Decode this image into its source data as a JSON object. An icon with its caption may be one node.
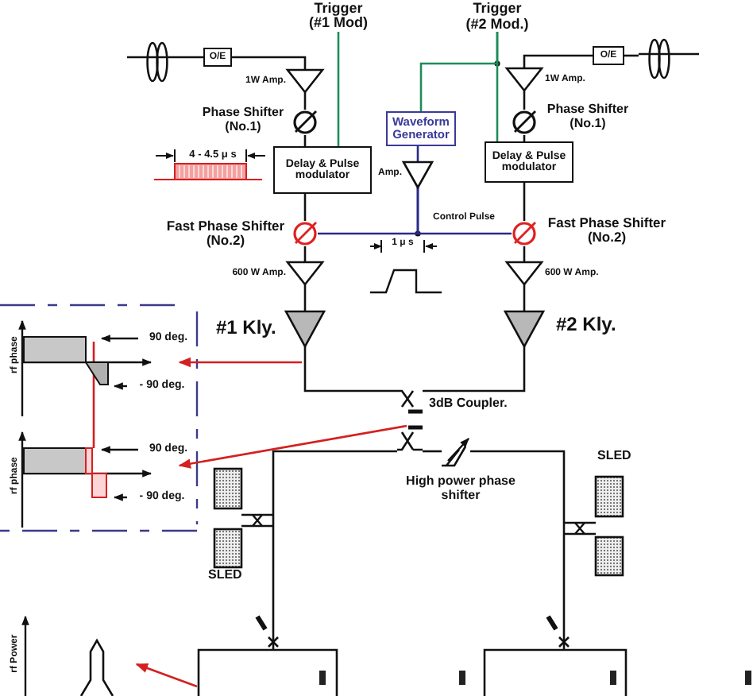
{
  "diagram": {
    "nodes": [
      {
        "text": [
          "Trigger (#1 Mod)"
        ]
      },
      {
        "text": [
          "Trigger (#2 Mod.)"
        ]
      },
      {
        "text": [],
        "shape": "coil"
      },
      {
        "text": [
          "O/E"
        ]
      },
      {
        "text": [],
        "shape": "triangle",
        "beside": [
          "1W Amp."
        ]
      },
      {
        "text": [],
        "shape": "circle",
        "beside": [
          "Phase Shifter (No.1)"
        ]
      },
      {
        "text": [
          "Delay & Pulse modulator"
        ]
      },
      {
        "text": [],
        "shape": "circle",
        "beside": [
          "Fast Phase Shifter (No.2)"
        ]
      },
      {
        "text": [],
        "shape": "triangle",
        "beside": [
          "600 W Amp."
        ]
      },
      {
        "text": [],
        "shape": "triangle",
        "beside": [
          "#1 Kly."
        ]
      },
      {
        "text": [],
        "shape": "coil"
      },
      {
        "text": [
          "O/E"
        ]
      },
      {
        "text": [],
        "shape": "triangle",
        "beside": [
          "1W Amp."
        ]
      },
      {
        "text": [],
        "shape": "circle",
        "beside": [
          "Phase Shifter (No.1)"
        ]
      },
      {
        "text": [
          "Delay & Pulse modulator"
        ]
      },
      {
        "text": [],
        "shape": "circle",
        "beside": [
          "Fast Phase Shifter (No.2)"
        ]
      },
      {
        "text": [],
        "shape": "triangle",
        "beside": [
          "600 W Amp."
        ]
      },
      {
        "text": [],
        "shape": "triangle",
        "beside": [
          "#2 Kly."
        ]
      },
      {
        "text": [
          "Waveform Generator"
        ]
      },
      {
        "text": [],
        "shape": "triangle",
        "beside": [
          "Amp."
        ]
      },
      {
        "text": [],
        "shape": "coupler",
        "beside": [
          "3dB Coupler."
        ]
      },
      {
        "text": [],
        "shape": "phase-shifter",
        "beside": [
          "High power phase shifter"
        ]
      },
      {
        "text": [],
        "shape": "box",
        "beside": [
          "SLED"
        ]
      },
      {
        "text": [],
        "shape": "box",
        "beside": [
          "SLED"
        ]
      },
      {
        "text": [],
        "shape": "chart",
        "beside": [
          "rf phase"
        ]
      },
      {
        "text": [],
        "shape": "chart",
        "beside": [
          "rf phase"
        ]
      },
      {
        "text": [],
        "shape": "chart",
        "beside": [
          "rf Power"
        ]
      },
      {
        "text": [],
        "shape": "waveguide"
      }
    ],
    "edges": [
      {
        "from": 0,
        "to": 6,
        "arrow": "none",
        "color": "#1e8c5a"
      },
      {
        "from": 1,
        "to": 14,
        "arrow": "none",
        "color": "#1e8c5a"
      },
      {
        "from": 1,
        "to": 18,
        "arrow": "none",
        "color": "#1e8c5a"
      },
      {
        "from": 2,
        "to": 3,
        "arrow": "none"
      },
      {
        "from": 3,
        "to": 4,
        "arrow": "none"
      },
      {
        "from": 4,
        "to": 5,
        "arrow": "none"
      },
      {
        "from": 5,
        "to": 6,
        "arrow": "none"
      },
      {
        "from": 6,
        "to": 7,
        "arrow": "none"
      },
      {
        "from": 7,
        "to": 8,
        "arrow": "none"
      },
      {
        "from": 8,
        "to": 9,
        "arrow": "none"
      },
      {
        "from": 10,
        "to": 11,
        "arrow": "none"
      },
      {
        "from": 11,
        "to": 12,
        "arrow": "none"
      },
      {
        "from": 12,
        "to": 13,
        "arrow": "none"
      },
      {
        "from": 13,
        "to": 14,
        "arrow": "none"
      },
      {
        "from": 14,
        "to": 15,
        "arrow": "none"
      },
      {
        "from": 15,
        "to": 16,
        "arrow": "none"
      },
      {
        "from": 16,
        "to": 17,
        "arrow": "none"
      },
      {
        "from": 18,
        "to": 19,
        "arrow": "none",
        "color": "#2a2a8a"
      },
      {
        "from": 19,
        "to": 7,
        "arrow": "none",
        "color": "#2a2a8a"
      },
      {
        "from": 19,
        "to": 15,
        "arrow": "none",
        "color": "#2a2a8a"
      },
      {
        "from": 9,
        "to": 20,
        "arrow": "none"
      },
      {
        "from": 17,
        "to": 20,
        "arrow": "none"
      },
      {
        "from": 20,
        "to": 21,
        "arrow": "none"
      },
      {
        "from": 21,
        "to": 23,
        "arrow": "none"
      },
      {
        "from": 20,
        "to": 22,
        "arrow": "none"
      },
      {
        "from": 9,
        "to": 24,
        "arrow": "to",
        "color": "#d42020"
      },
      {
        "from": 20,
        "to": 25,
        "arrow": "to",
        "color": "#d42020"
      },
      {
        "from": 27,
        "to": 26,
        "arrow": "to",
        "color": "#d42020"
      },
      {
        "from": 24,
        "to": 25,
        "arrow": "none",
        "color": "#d42020"
      },
      {
        "from": 22,
        "to": 27,
        "arrow": "none"
      },
      {
        "from": 23,
        "to": 27,
        "arrow": "none"
      }
    ],
    "labels": [
      "4 - 4.5 μ s",
      "Control Pulse",
      "1 μ s",
      "90 deg.",
      "- 90 deg.",
      "90 deg.",
      "- 90 deg."
    ]
  }
}
